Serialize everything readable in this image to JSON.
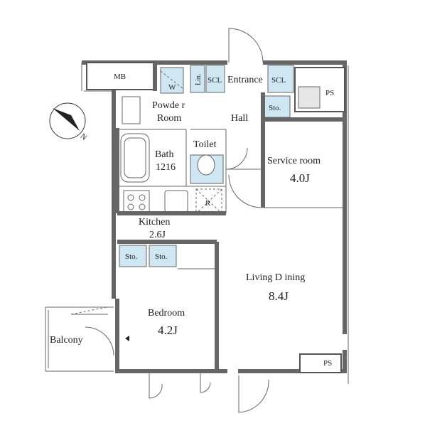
{
  "rooms": {
    "mb": "MB",
    "lin": "Lin.",
    "scl_left": "SCL",
    "entrance": "Entrance",
    "scl_right": "SCL",
    "ps_top": "PS",
    "w": "W",
    "powder_1": "Powde r",
    "powder_2": "Room",
    "sto_right": "Sto.",
    "hall": "Hall",
    "bath_1": "Bath",
    "bath_2": "1216",
    "toilet": "Toilet",
    "service_1": "Service room",
    "service_2": "4.0J",
    "r": "R",
    "kitchen_1": "Kitchen",
    "kitchen_2": "2.6J",
    "sto_a": "Sto.",
    "sto_b": "Sto.",
    "living_1": "Living D ining",
    "living_2": "8.4J",
    "bedroom_1": "Bedroom",
    "bedroom_2": "4.2J",
    "balcony": "Balcony",
    "ps_bottom": "PS",
    "compass_n": "N"
  },
  "colors": {
    "storage_fill": "#cfe6f3",
    "wall": "#555555"
  }
}
